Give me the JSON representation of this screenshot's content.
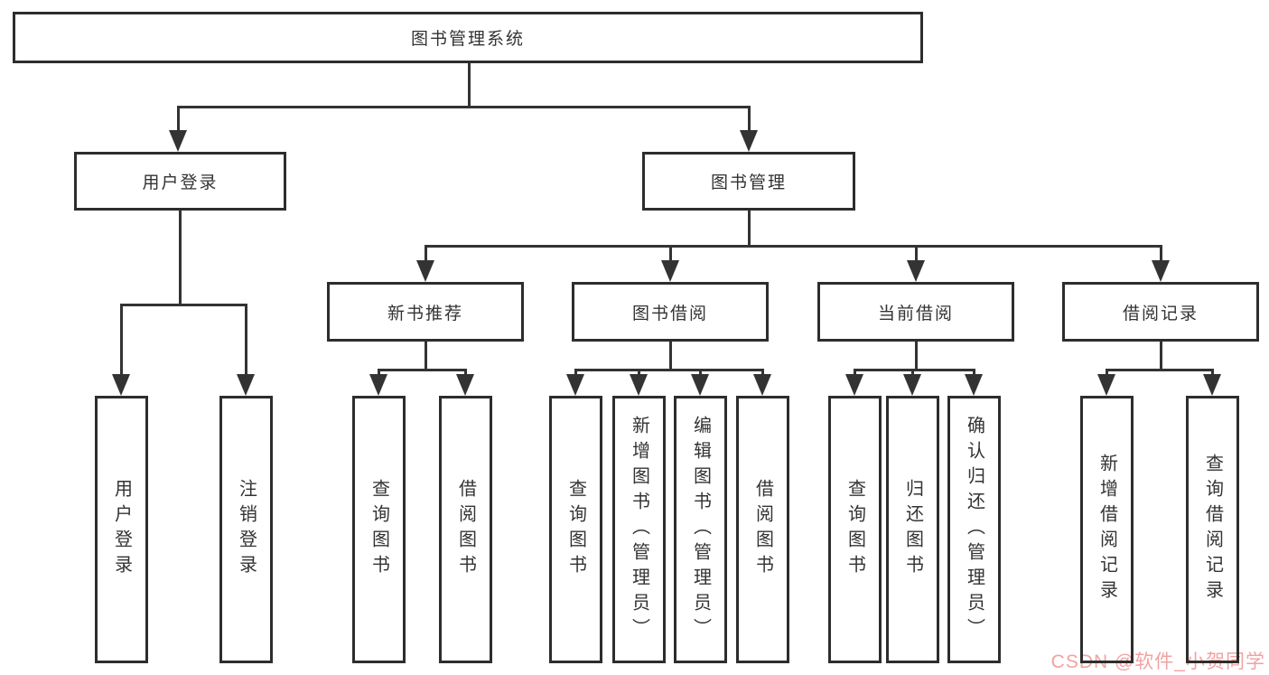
{
  "diagram": {
    "root": {
      "label": "图书管理系统"
    },
    "level1": [
      {
        "label": "用户登录"
      },
      {
        "label": "图书管理"
      }
    ],
    "level2": [
      {
        "label": "新书推荐"
      },
      {
        "label": "图书借阅"
      },
      {
        "label": "当前借阅"
      },
      {
        "label": "借阅记录"
      }
    ],
    "leaves": [
      {
        "label": "用户登录"
      },
      {
        "label": "注销登录"
      },
      {
        "label": "查询图书"
      },
      {
        "label": "借阅图书"
      },
      {
        "label": "查询图书"
      },
      {
        "label": "新增图书（管理员）"
      },
      {
        "label": "编辑图书（管理员）"
      },
      {
        "label": "借阅图书"
      },
      {
        "label": "查询图书"
      },
      {
        "label": "归还图书"
      },
      {
        "label": "确认归还（管理员）"
      },
      {
        "label": "新增借阅记录"
      },
      {
        "label": "查询借阅记录"
      }
    ]
  },
  "watermark": {
    "text": "CSDN @软件_小贺同学",
    "color": "#f2a2a2"
  },
  "colors": {
    "line": "#333333",
    "box_border": "#2d2d2d",
    "text": "#333333",
    "background": "#ffffff"
  }
}
